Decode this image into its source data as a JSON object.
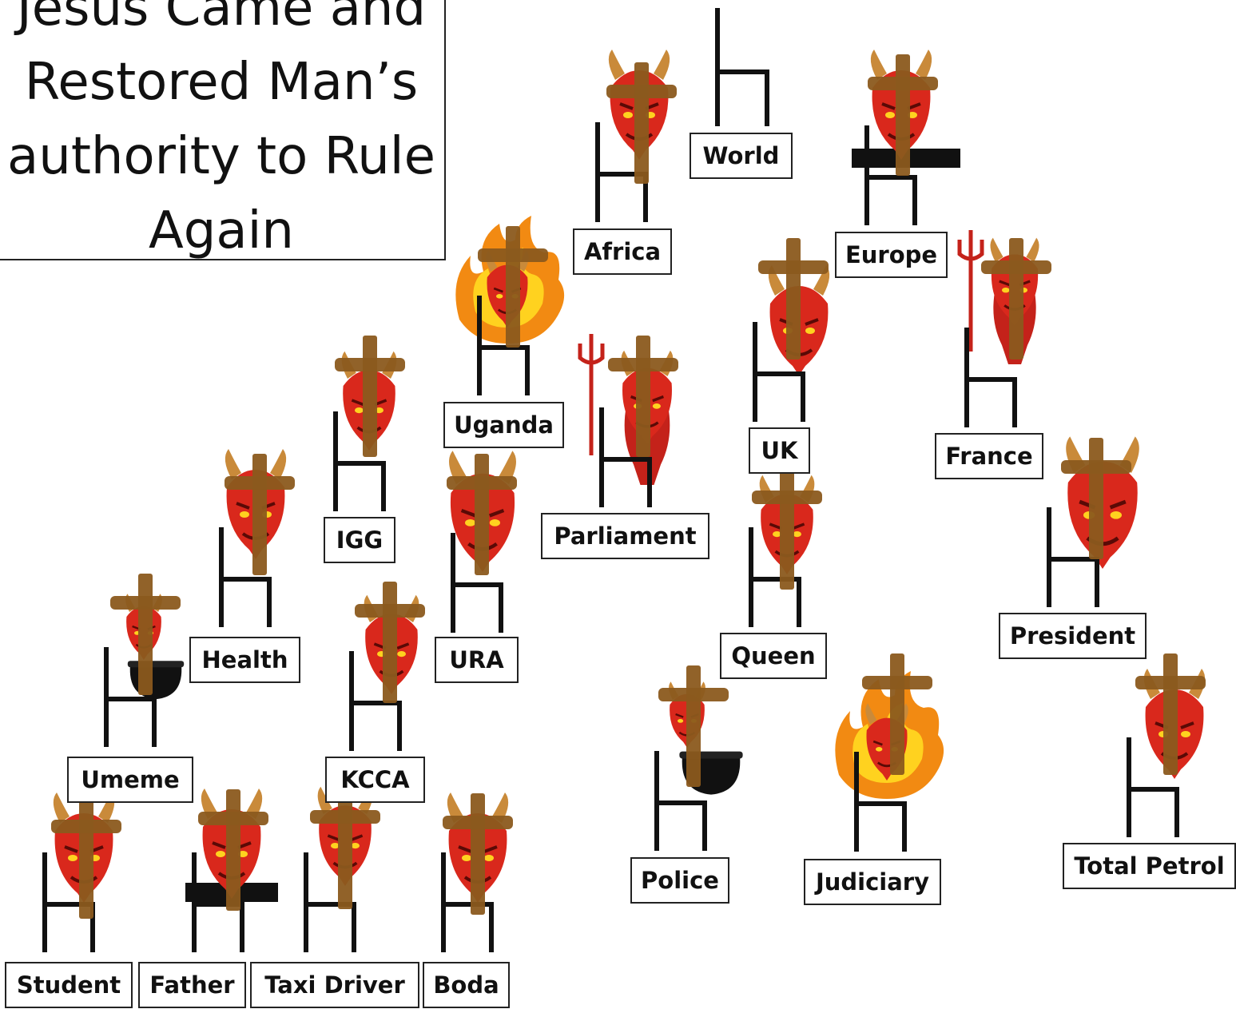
{
  "title": "Jesus Came and\nRestored Man’s\nauthority to Rule\nAgain",
  "labels": {
    "world": "World",
    "africa": "Africa",
    "europe": "Europe",
    "uganda": "Uganda",
    "uk": "UK",
    "france": "France",
    "igg": "IGG",
    "parliament": "Parliament",
    "president": "President",
    "health": "Health",
    "ura": "URA",
    "queen": "Queen",
    "umeme": "Umeme",
    "kcca": "KCCA",
    "police": "Police",
    "judiciary": "Judiciary",
    "total_petrol": "Total Petrol",
    "student": "Student",
    "father": "Father",
    "taxi_driver": "Taxi Driver",
    "boda": "Boda"
  },
  "colors": {
    "devil_red": "#d9281c",
    "devil_dark": "#7a0e08",
    "horn": "#c98a3a",
    "cross_brown": "#8b5a1e",
    "flame_orange": "#f28a12",
    "flame_yellow": "#ffd21f",
    "chair_black": "#111111"
  },
  "icons": {
    "chair": "chair-icon",
    "devil": "devil-icon",
    "cross": "cross-icon",
    "flames": "flames-icon",
    "trident": "trident-icon",
    "cauldron": "cauldron-icon"
  }
}
